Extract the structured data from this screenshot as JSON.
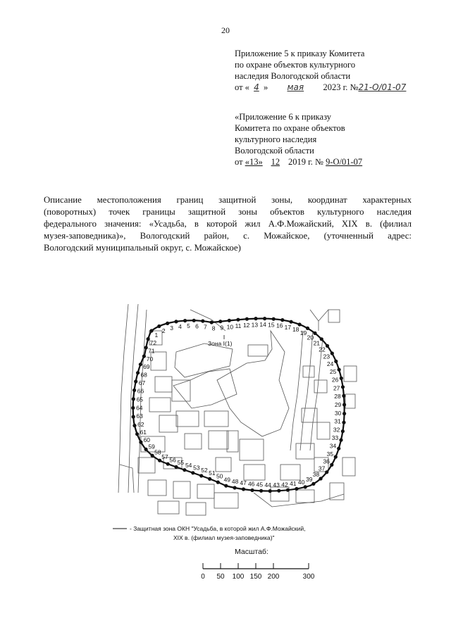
{
  "page_number": "20",
  "appendix_5": {
    "line1": "Приложение 5 к приказу Комитета",
    "line2": "по охране объектов культурного",
    "line3": "наследия Вологодской области",
    "date_prefix": "от «",
    "date_day": "4",
    "date_mid": "»",
    "date_month": "мая",
    "date_year": "2023 г. №",
    "order_number": "21-О/01-07"
  },
  "appendix_6": {
    "line1": "«Приложение 6 к приказу",
    "line2": "Комитета по охране объектов",
    "line3": "культурного наследия",
    "line4": "Вологодской области",
    "date_prefix": "от",
    "date_day": "«13»",
    "date_month": "12",
    "date_year": "2019 г. №",
    "order_number": "9-О/01-07"
  },
  "description": {
    "line1": "Описание местоположения границ защитной зоны, координат характерных",
    "line2": "(поворотных) точек границы защитной зоны объектов культурного наследия",
    "line3": "федерального значения: «Усадьба, в которой жил А.Ф.Можайский, XIX в. (филиал",
    "line4": "музея-заповедника)», Вологодский район, с. Можайское, (уточненный адрес:",
    "line5": "Вологодский муниципальный округ, с. Можайское)"
  },
  "map": {
    "zone_label": "Зона I(1)",
    "legend_line1": "- Защитная зона ОКН \"Усадьба, в которой жил А.Ф.Можайский,",
    "legend_line2": "XIX в. (филиал музея-заповедника)\"",
    "scale_title": "Масштаб:",
    "scale_ticks": [
      "0",
      "50",
      "100",
      "150",
      "200",
      "300"
    ],
    "point_labels": [
      "1",
      "2",
      "3",
      "4",
      "5",
      "6",
      "7",
      "8",
      "9",
      "10",
      "11",
      "12",
      "13",
      "14",
      "15",
      "16",
      "17",
      "18",
      "19",
      "20",
      "21",
      "22",
      "23",
      "24",
      "25",
      "26",
      "27",
      "28",
      "29",
      "30",
      "31",
      "32",
      "33",
      "34",
      "35",
      "36",
      "37",
      "38",
      "39",
      "40",
      "41",
      "42",
      "43",
      "44",
      "45",
      "46",
      "47",
      "48",
      "49",
      "50",
      "51",
      "52",
      "53",
      "54",
      "55",
      "56",
      "57",
      "58",
      "59",
      "60",
      "61",
      "62",
      "63",
      "64",
      "65",
      "66",
      "67",
      "68",
      "69",
      "70",
      "71",
      "72"
    ],
    "boundary_color": "#111111"
  }
}
